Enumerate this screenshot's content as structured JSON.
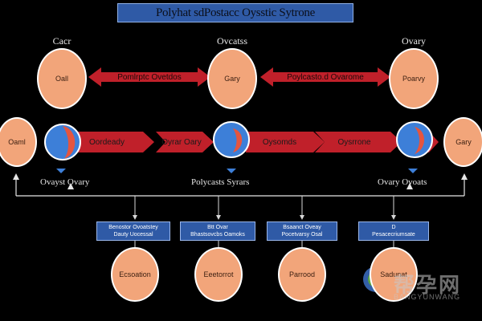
{
  "title": "Polyhat sdPostacc Oysstic Sytrone",
  "top_labels": [
    "Cacr",
    "Ovcatss",
    "Ovary"
  ],
  "top_ovals": [
    "Oall",
    "Gary",
    "Poarvy"
  ],
  "top_arrows": [
    "Pomlrptc Ovetdos",
    "Poylcasto.d Ovarome"
  ],
  "side_ovals": [
    "Oaml",
    "Gary"
  ],
  "middle_arrows": [
    "Oordeady",
    "Oyrar Oary",
    "Oysomds",
    "Oysrrone"
  ],
  "captions": [
    "Ovayst Ovary",
    "Polycasts Syrars",
    "Ovary Ovoats"
  ],
  "blue_boxes": [
    {
      "line1": "Benostor Ovoatstey",
      "line2": "Dauty Uocessal"
    },
    {
      "line1": "Btt Ovar",
      "line2": "Bhastsovcbs Oamoks"
    },
    {
      "line1": "Bsaanct Oveay",
      "line2": "Pocetvarsy Osal"
    },
    {
      "line1": "D",
      "line2": "Pesacecriumsate"
    }
  ],
  "bottom_ovals": [
    "Ecsoation",
    "Eeetorrot",
    "Parrood",
    "Sadunat"
  ],
  "watermark": {
    "main": "帮孕网",
    "sub": "BANGYUNWANG"
  },
  "colors": {
    "oval": "#f2a57a",
    "red_arrow": "#c0202a",
    "blue_box": "#2f5aa6",
    "heart_blue": "#3d7fd8",
    "heart_red": "#e5553f"
  }
}
